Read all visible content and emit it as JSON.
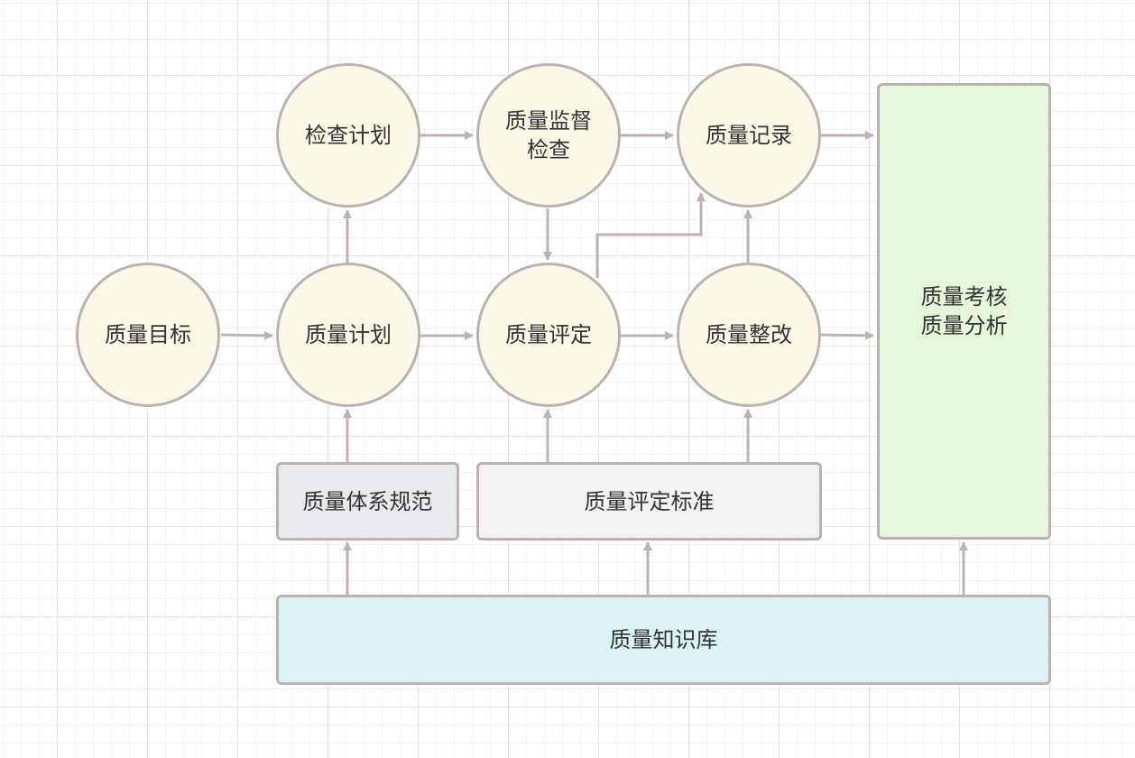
{
  "colors": {
    "circle_fill": "#fcf8e8",
    "border": "#bcb3b1",
    "connector": "#bcb3b1",
    "knowledge_fill": "#dbf3f4",
    "assessment_fill": "#e5f6da",
    "system_spec_fill": "#e8eaed",
    "eval_standard_fill": "#f2f2f2",
    "text": "#333333"
  },
  "nodes": {
    "quality_goal": "质量目标",
    "inspection_plan": "检查计划",
    "quality_plan": "质量计划",
    "supervision_inspection": "质量监督\n检查",
    "quality_evaluation": "质量评定",
    "quality_record": "质量记录",
    "quality_rectification": "质量整改",
    "assessment_analysis": "质量考核\n质量分析",
    "system_specification": "质量体系规范",
    "evaluation_standard": "质量评定标准",
    "knowledge_base": "质量知识库"
  }
}
